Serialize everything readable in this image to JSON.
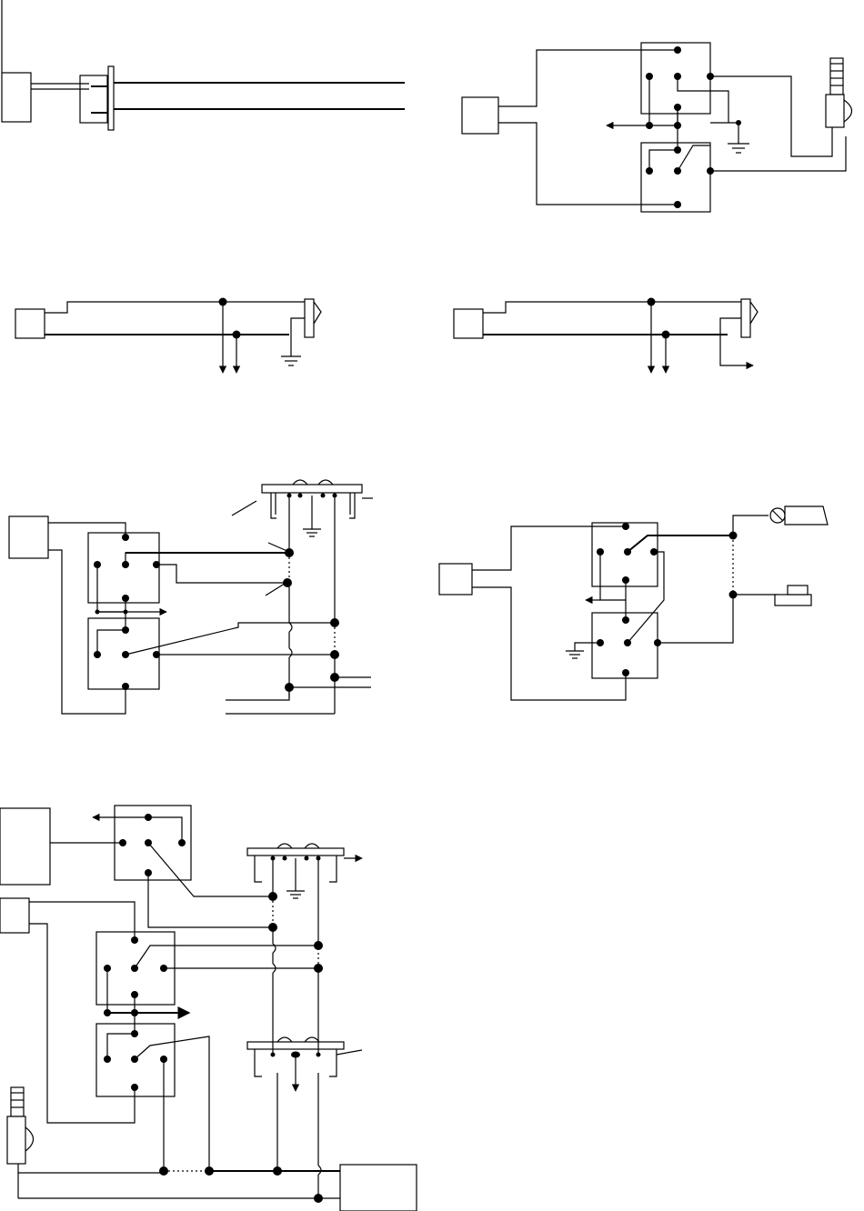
{
  "sheet": {
    "title": "",
    "figure_count": 7,
    "figures": [
      {
        "id": "fig-a",
        "caption": ""
      },
      {
        "id": "fig-b",
        "caption": ""
      },
      {
        "id": "fig-c",
        "caption": ""
      },
      {
        "id": "fig-d",
        "caption": ""
      },
      {
        "id": "fig-e",
        "caption": ""
      },
      {
        "id": "fig-f",
        "caption": ""
      },
      {
        "id": "fig-g",
        "caption": ""
      }
    ]
  },
  "colors": {
    "ink": "#000000",
    "paper": "#ffffff"
  },
  "icons": [
    "ground-symbol-icon",
    "arrow-icon",
    "connector-plug-icon",
    "junction-dot-icon",
    "bulb-socket-icon"
  ]
}
